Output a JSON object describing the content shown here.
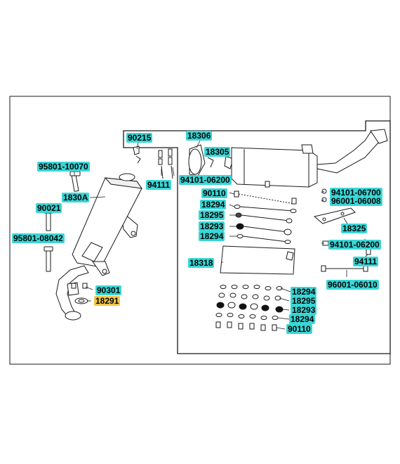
{
  "colors": {
    "label_fill": "#3ad6d6",
    "label_highlight": "#f2c64d",
    "line": "#1a1a1a",
    "part_fill": "#ffffff",
    "shadow": "#d9d9d9"
  },
  "parts": {
    "p90215": "90215",
    "p18306": "18306",
    "p18305": "18305",
    "p95801_10070": "95801-10070",
    "p1830a": "1830A",
    "p94111_top": "94111",
    "p94101_06200_top": "94101-06200",
    "p90110_top": "90110",
    "p94101_06700": "94101-06700",
    "p18294_a": "18294",
    "p96001_06008": "96001-06008",
    "p90021": "90021",
    "p18295_a": "18295",
    "p18293_a": "18293",
    "p18325": "18325",
    "p95801_08042": "95801-08042",
    "p18294_b": "18294",
    "p94101_06200_mid": "94101-06200",
    "p18318": "18318",
    "p94111_mid": "94111",
    "p96001_06010": "96001-06010",
    "p90301": "90301",
    "p18291": "18291",
    "p18294_c": "18294",
    "p18295_b": "18295",
    "p18293_b": "18293",
    "p18294_d": "18294",
    "p90110_bot": "90110"
  }
}
